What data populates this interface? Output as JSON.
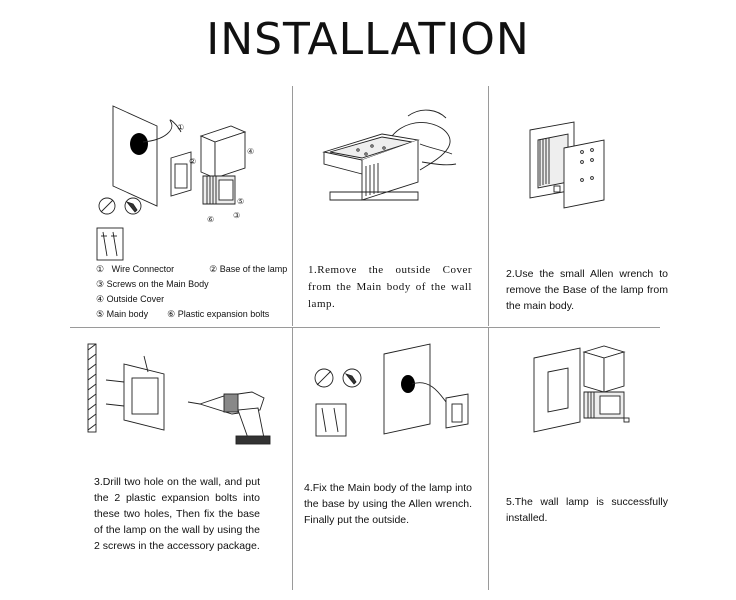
{
  "page": {
    "title": "INSTALLATION"
  },
  "steps": {
    "legend": [
      {
        "num": "①",
        "label": "Wire Connector"
      },
      {
        "num": "②",
        "label": "Base of the lamp"
      },
      {
        "num": "③",
        "label": "Screws on the Main Body"
      },
      {
        "num": "④",
        "label": "Outside Cover"
      },
      {
        "num": "⑤",
        "label": "Main body"
      },
      {
        "num": "⑥",
        "label": "Plastic expansion bolts"
      }
    ],
    "step1": "1.Remove the outside Cover from the Main body of the wall lamp.",
    "step2": "2.Use the small Allen wrench to remove the Base of the lamp from the main body.",
    "step3": "3.Drill two hole on the wall, and put the 2 plastic expansion bolts into these two holes, Then fix the base of the lamp on the wall by using the 2 screws in the accessory package.",
    "step4": "4.Fix the Main body of the lamp into the base by using the Allen wrench. Finally put the outside.",
    "step5": "5.The wall lamp is successfully installed."
  },
  "diagram_labels": {
    "callouts": [
      "①",
      "②",
      "③",
      "④",
      "⑤",
      "⑥"
    ]
  }
}
